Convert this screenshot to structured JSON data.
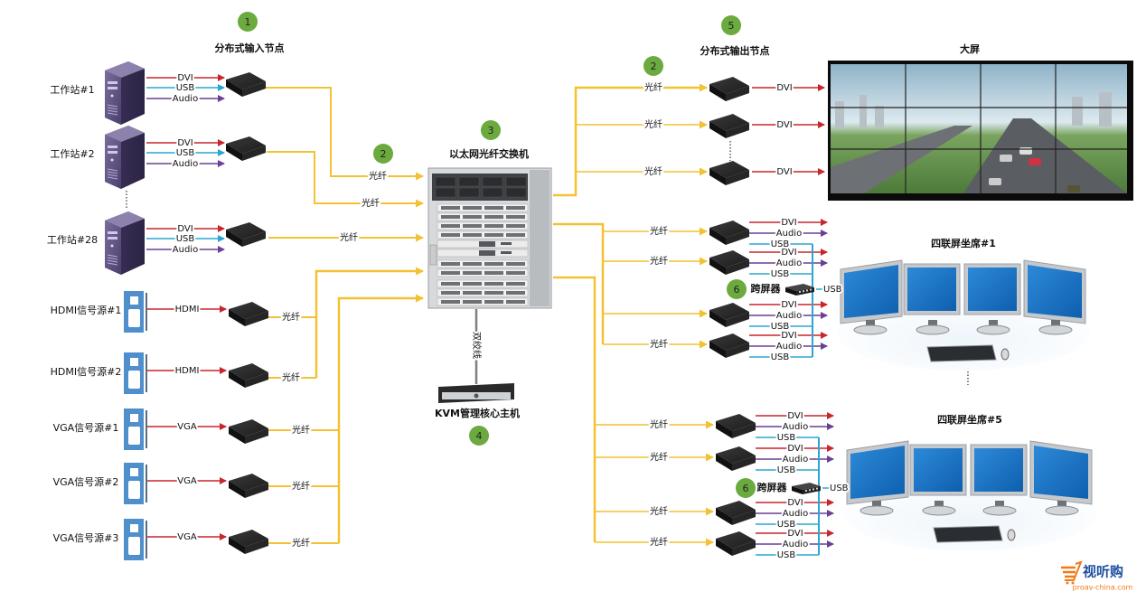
{
  "colors": {
    "fiber": "#F2C232",
    "dvi": "#C9252C",
    "usb": "#2AA7D0",
    "audio": "#6A3F95",
    "badge": "#6BAA3E",
    "twisted_pair": "#7F7F7F",
    "monitor_screen": "#1976C8",
    "logo_orange": "#F07A1A",
    "logo_blue": "#1E4FA0"
  },
  "badges": {
    "input_nodes": "1",
    "fiber_left": "2",
    "fiber_right": "2",
    "switch": "3",
    "kvm_host": "4",
    "output_nodes": "5",
    "spanner_1": "6",
    "spanner_2": "6"
  },
  "titles": {
    "input_nodes": "分布式输入节点",
    "switch": "以太网光纤交换机",
    "kvm_host": "KVM管理核心主机",
    "output_nodes": "分布式输出节点",
    "big_screen": "大屏",
    "seat_1": "四联屏坐席#1",
    "seat_5": "四联屏坐席#5",
    "spanner": "跨屏器"
  },
  "labels": {
    "fiber": "光纤",
    "twisted_pair": "双绞线",
    "dvi": "DVI",
    "usb": "USB",
    "audio": "Audio",
    "hdmi": "HDMI",
    "vga": "VGA"
  },
  "workstations": [
    {
      "name": "工作站#1",
      "signals": [
        "DVI",
        "USB",
        "Audio"
      ]
    },
    {
      "name": "工作站#2",
      "signals": [
        "DVI",
        "USB",
        "Audio"
      ]
    },
    {
      "name": "工作站#28",
      "signals": [
        "DVI",
        "USB",
        "Audio"
      ]
    }
  ],
  "signal_sources": [
    {
      "name": "HDMI信号源#1",
      "signal": "HDMI"
    },
    {
      "name": "HDMI信号源#2",
      "signal": "HDMI"
    },
    {
      "name": "VGA信号源#1",
      "signal": "VGA"
    },
    {
      "name": "VGA信号源#2",
      "signal": "VGA"
    },
    {
      "name": "VGA信号源#3",
      "signal": "VGA"
    }
  ],
  "big_screen_outputs": [
    {
      "fiber": "光纤",
      "signal": "DVI"
    },
    {
      "fiber": "光纤",
      "signal": "DVI"
    },
    {
      "fiber": "光纤",
      "signal": "DVI"
    }
  ],
  "seat_groups": [
    {
      "seat": "四联屏坐席#1",
      "outputs": [
        {
          "fiber": "光纤",
          "signals": [
            "DVI",
            "Audio",
            "USB"
          ]
        },
        {
          "fiber": "光纤",
          "signals": [
            "DVI",
            "Audio",
            "USB"
          ]
        },
        {
          "fiber": "",
          "signals": [
            "DVI",
            "Audio",
            "USB"
          ]
        },
        {
          "fiber": "光纤",
          "signals": [
            "DVI",
            "Audio",
            "USB"
          ]
        }
      ],
      "spanner_out": "USB"
    },
    {
      "seat": "四联屏坐席#5",
      "outputs": [
        {
          "fiber": "光纤",
          "signals": [
            "DVI",
            "Audio",
            "USB"
          ]
        },
        {
          "fiber": "光纤",
          "signals": [
            "DVI",
            "Audio",
            "USB"
          ]
        },
        {
          "fiber": "光纤",
          "signals": [
            "DVI",
            "Audio",
            "USB"
          ]
        },
        {
          "fiber": "光纤",
          "signals": [
            "DVI",
            "Audio",
            "USB"
          ]
        }
      ],
      "spanner_out": "USB"
    }
  ],
  "ellipsis": "⋮",
  "logo": {
    "brand": "视听购",
    "domain": "proav-china.com"
  }
}
